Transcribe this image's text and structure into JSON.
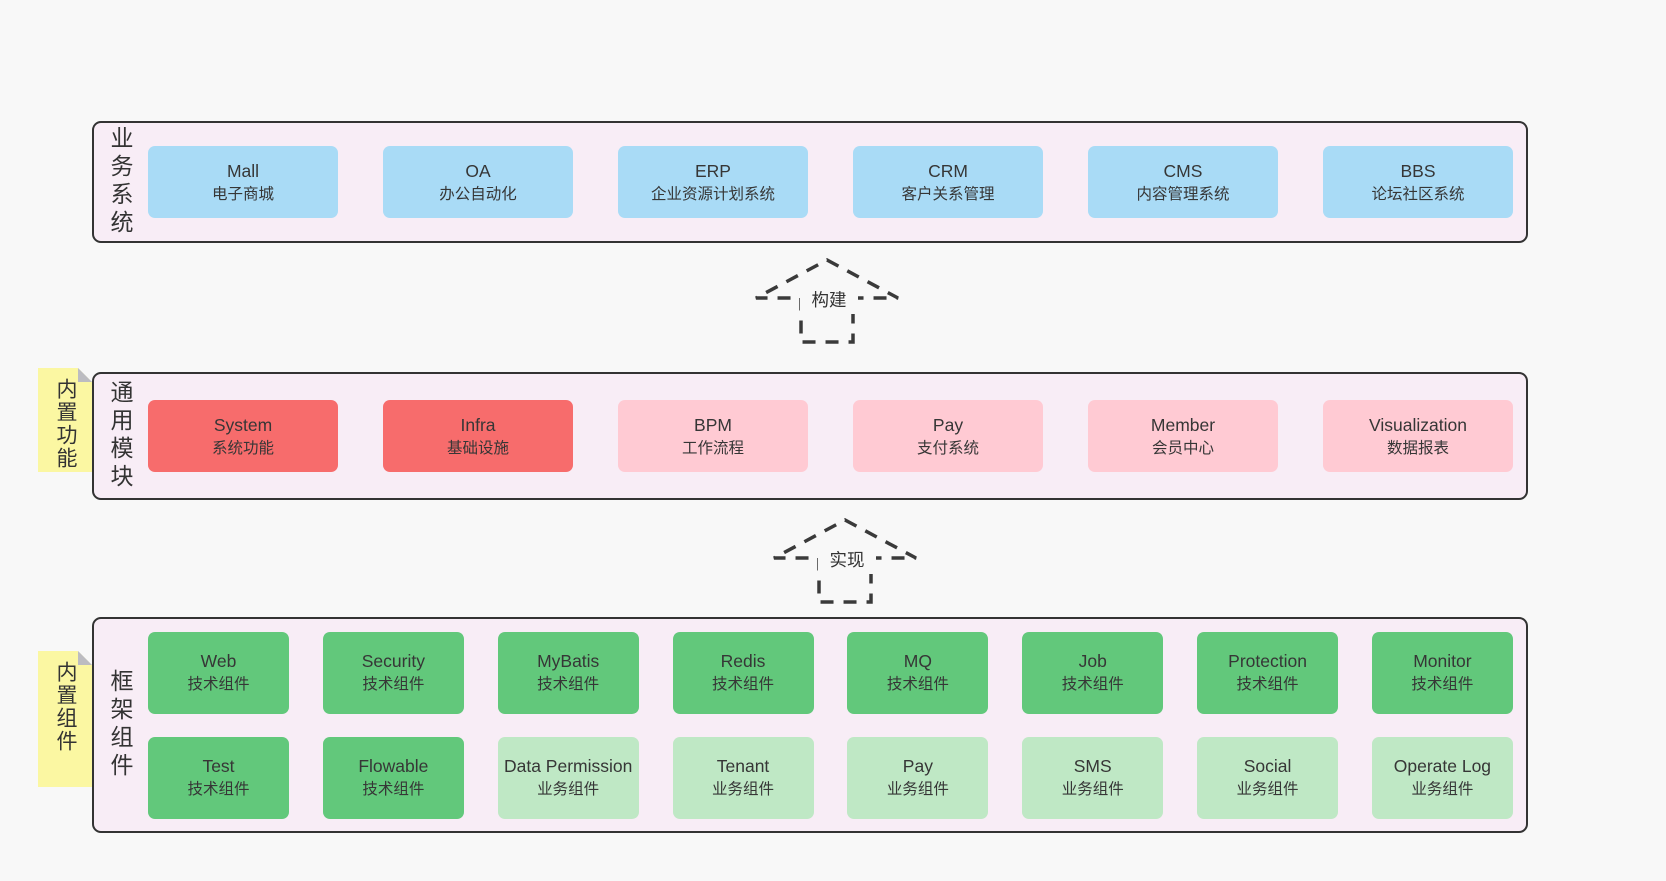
{
  "colors": {
    "page_bg": "#f8f8f8",
    "panel_bg": "#f8edf6",
    "panel_border": "#333333",
    "blue_box": "#a9dbf6",
    "red_box": "#f76c6c",
    "pink_box": "#ffcad3",
    "green_box": "#62c87b",
    "light_green_box": "#bfe8c5",
    "sticky_yellow": "#fbf7a2",
    "text": "#363636"
  },
  "arrows": [
    {
      "label": "构建"
    },
    {
      "label": "实现"
    }
  ],
  "layers": {
    "business": {
      "side_label": "业务系统",
      "boxes": [
        {
          "name": "Mall",
          "desc": "电子商城"
        },
        {
          "name": "OA",
          "desc": "办公自动化"
        },
        {
          "name": "ERP",
          "desc": "企业资源计划系统"
        },
        {
          "name": "CRM",
          "desc": "客户关系管理"
        },
        {
          "name": "CMS",
          "desc": "内容管理系统"
        },
        {
          "name": "BBS",
          "desc": "论坛社区系统"
        }
      ]
    },
    "modules": {
      "side_label": "通用模块",
      "sticky_label": "内置功能",
      "boxes": [
        {
          "name": "System",
          "desc": "系统功能"
        },
        {
          "name": "Infra",
          "desc": "基础设施"
        },
        {
          "name": "BPM",
          "desc": "工作流程"
        },
        {
          "name": "Pay",
          "desc": "支付系统"
        },
        {
          "name": "Member",
          "desc": "会员中心"
        },
        {
          "name": "Visualization",
          "desc": "数据报表"
        }
      ]
    },
    "components": {
      "side_label": "框架组件",
      "sticky_label": "内置组件",
      "row1": [
        {
          "name": "Web",
          "desc": "技术组件"
        },
        {
          "name": "Security",
          "desc": "技术组件"
        },
        {
          "name": "MyBatis",
          "desc": "技术组件"
        },
        {
          "name": "Redis",
          "desc": "技术组件"
        },
        {
          "name": "MQ",
          "desc": "技术组件"
        },
        {
          "name": "Job",
          "desc": "技术组件"
        },
        {
          "name": "Protection",
          "desc": "技术组件"
        },
        {
          "name": "Monitor",
          "desc": "技术组件"
        }
      ],
      "row2": [
        {
          "name": "Test",
          "desc": "技术组件"
        },
        {
          "name": "Flowable",
          "desc": "技术组件"
        },
        {
          "name": "Data Permission",
          "desc": "业务组件"
        },
        {
          "name": "Tenant",
          "desc": "业务组件"
        },
        {
          "name": "Pay",
          "desc": "业务组件"
        },
        {
          "name": "SMS",
          "desc": "业务组件"
        },
        {
          "name": "Social",
          "desc": "业务组件"
        },
        {
          "name": "Operate Log",
          "desc": "业务组件"
        }
      ]
    }
  }
}
